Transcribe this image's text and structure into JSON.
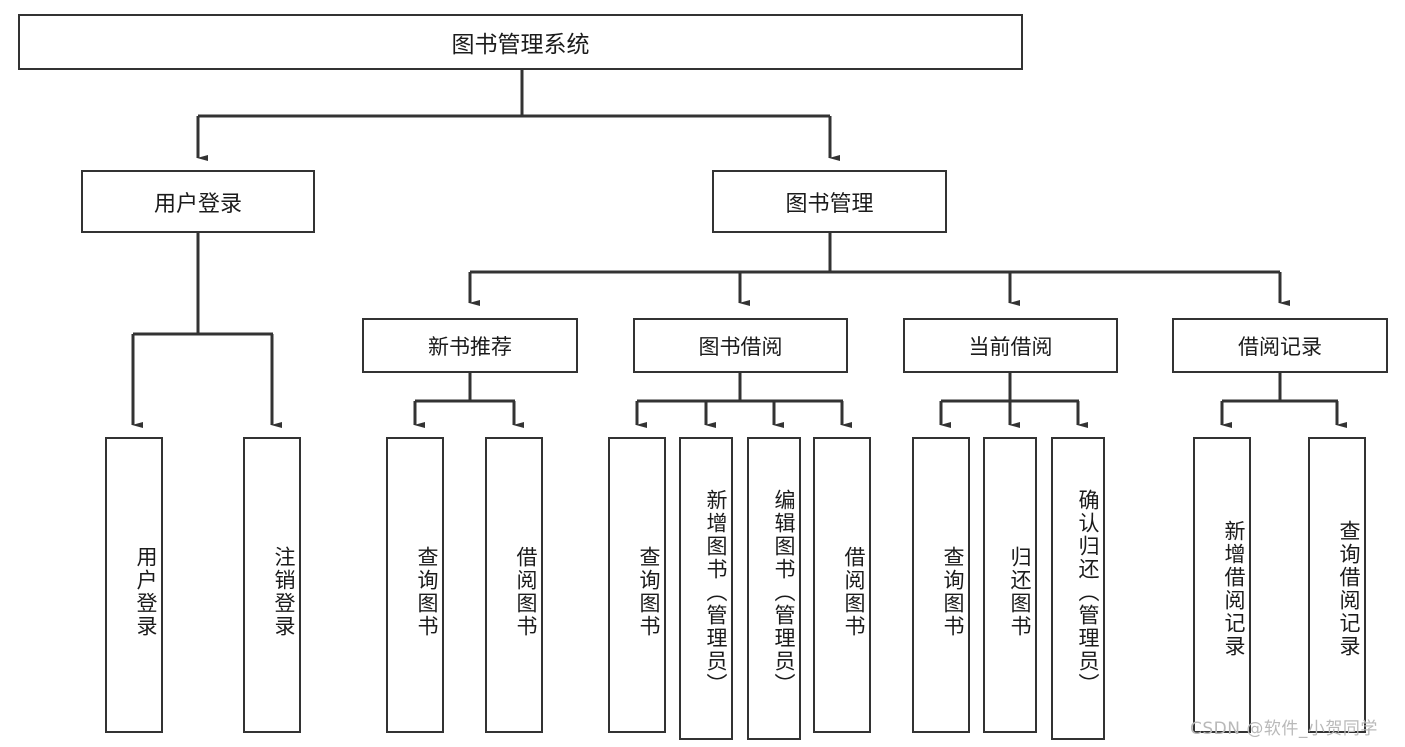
{
  "diagram": {
    "title": "图书管理系统",
    "type": "hierarchy-tree",
    "colors": {
      "line": "#333333",
      "box_border": "#333333",
      "box_fill": "#ffffff",
      "text": "#1b1b1b",
      "watermark": "#b9b9b9"
    },
    "root": {
      "label": "图书管理系统"
    },
    "level2": [
      {
        "id": "user-login",
        "label": "用户登录"
      },
      {
        "id": "book-manage",
        "label": "图书管理"
      }
    ],
    "level3": [
      {
        "id": "new-book-recommend",
        "label": "新书推荐"
      },
      {
        "id": "book-borrow",
        "label": "图书借阅"
      },
      {
        "id": "current-borrow",
        "label": "当前借阅"
      },
      {
        "id": "borrow-record",
        "label": "借阅记录"
      }
    ],
    "leaves": {
      "user_login": [
        {
          "id": "leaf-user-login",
          "label": "用户登录"
        },
        {
          "id": "leaf-logout-login",
          "label": "注销登录"
        }
      ],
      "new_book_recommend": [
        {
          "id": "leaf-query-book-1",
          "label": "查询图书"
        },
        {
          "id": "leaf-borrow-book-1",
          "label": "借阅图书"
        }
      ],
      "book_borrow": [
        {
          "id": "leaf-query-book-2",
          "label": "查询图书"
        },
        {
          "id": "leaf-add-book-admin",
          "label": "新增图书（管理员）"
        },
        {
          "id": "leaf-edit-book-admin",
          "label": "编辑图书（管理员）"
        },
        {
          "id": "leaf-borrow-book-2",
          "label": "借阅图书"
        }
      ],
      "current_borrow": [
        {
          "id": "leaf-query-book-3",
          "label": "查询图书"
        },
        {
          "id": "leaf-return-book",
          "label": "归还图书"
        },
        {
          "id": "leaf-confirm-return-admin",
          "label": "确认归还（管理员）"
        }
      ],
      "borrow_record": [
        {
          "id": "leaf-add-borrow-record",
          "label": "新增借阅记录"
        },
        {
          "id": "leaf-query-borrow-record",
          "label": "查询借阅记录"
        }
      ]
    }
  },
  "watermark": {
    "text": "CSDN @软件_小贺同学"
  }
}
